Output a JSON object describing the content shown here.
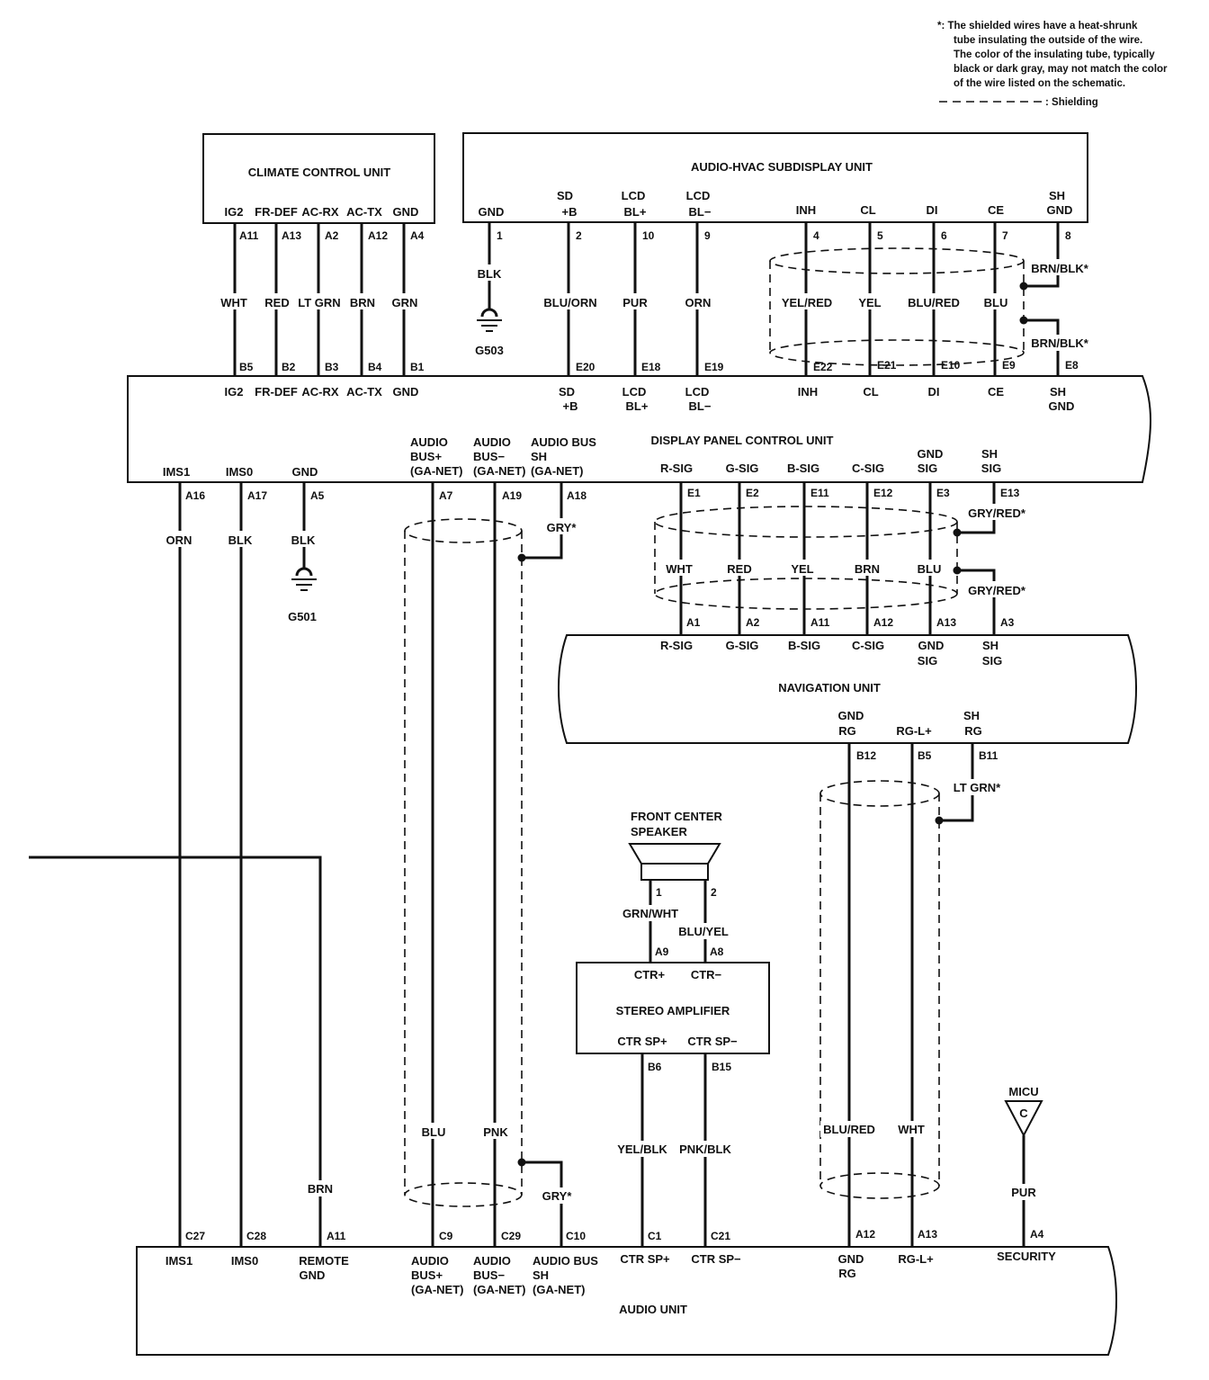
{
  "notes": {
    "shielded_1": "*: The shielded wires have a heat-shrunk",
    "shielded_2": "tube insulating the outside of the wire.",
    "shielded_3": "The color of the insulating tube, typically",
    "shielded_4": "black or dark gray, may not match the color",
    "shielded_5": "of the wire listed on the schematic.",
    "shielding_legend": ": Shielding"
  },
  "units": {
    "climate": "CLIMATE CONTROL UNIT",
    "subdisplay": "AUDIO-HVAC SUBDISPLAY UNIT",
    "display_panel": "DISPLAY PANEL CONTROL UNIT",
    "navigation": "NAVIGATION UNIT",
    "speaker_1": "FRONT CENTER",
    "speaker_2": "SPEAKER",
    "amplifier": "STEREO AMPLIFIER",
    "audio": "AUDIO UNIT",
    "micu": "MICU",
    "micu_letter": "C"
  },
  "climate": {
    "pins": [
      "IG2",
      "FR-DEF",
      "AC-RX",
      "AC-TX",
      "GND"
    ],
    "terminals": [
      "A11",
      "A13",
      "A2",
      "A12",
      "A4"
    ],
    "wires": [
      "WHT",
      "RED",
      "LT GRN",
      "BRN",
      "GRN"
    ],
    "dp_terminals": [
      "B5",
      "B2",
      "B3",
      "B4",
      "B1"
    ]
  },
  "subdisplay": {
    "pins": [
      {
        "l1": "",
        "l2": "GND"
      },
      {
        "l1": "SD",
        "l2": "+B"
      },
      {
        "l1": "LCD",
        "l2": "BL+"
      },
      {
        "l1": "LCD",
        "l2": "BL−"
      },
      {
        "l1": "",
        "l2": "INH"
      },
      {
        "l1": "",
        "l2": "CL"
      },
      {
        "l1": "",
        "l2": "DI"
      },
      {
        "l1": "",
        "l2": "CE"
      },
      {
        "l1": "SH",
        "l2": "GND"
      }
    ],
    "terminals": [
      "1",
      "2",
      "10",
      "9",
      "4",
      "5",
      "6",
      "7",
      "8"
    ],
    "wires": [
      "BLK",
      "BLU/ORN",
      "PUR",
      "ORN",
      "YEL/RED",
      "YEL",
      "BLU/RED",
      "BLU",
      "BRN/BLK*",
      "BRN/BLK*"
    ],
    "ground": "G503",
    "dp_terminals": [
      "E20",
      "E18",
      "E19",
      "E22",
      "E21",
      "E10",
      "E9",
      "E8"
    ]
  },
  "display_panel": {
    "top_pins": [
      {
        "l1": "IG2",
        "l2": ""
      },
      {
        "l1": "FR-DEF",
        "l2": ""
      },
      {
        "l1": "AC-RX",
        "l2": ""
      },
      {
        "l1": "AC-TX",
        "l2": ""
      },
      {
        "l1": "GND",
        "l2": ""
      },
      {
        "l1": "SD",
        "l2": "+B"
      },
      {
        "l1": "LCD",
        "l2": "BL+"
      },
      {
        "l1": "LCD",
        "l2": "BL−"
      },
      {
        "l1": "INH",
        "l2": ""
      },
      {
        "l1": "CL",
        "l2": ""
      },
      {
        "l1": "DI",
        "l2": ""
      },
      {
        "l1": "CE",
        "l2": ""
      },
      {
        "l1": "SH",
        "l2": "GND"
      }
    ],
    "bottom_pins": [
      {
        "l1": "IMS1",
        "l2": "",
        "l3": ""
      },
      {
        "l1": "IMS0",
        "l2": "",
        "l3": ""
      },
      {
        "l1": "GND",
        "l2": "",
        "l3": ""
      },
      {
        "l1": "AUDIO",
        "l2": "BUS+",
        "l3": "(GA-NET)"
      },
      {
        "l1": "AUDIO",
        "l2": "BUS−",
        "l3": "(GA-NET)"
      },
      {
        "l1": "AUDIO BUS",
        "l2": "SH",
        "l3": "(GA-NET)"
      },
      {
        "l1": "R-SIG",
        "l2": "",
        "l3": ""
      },
      {
        "l1": "G-SIG",
        "l2": "",
        "l3": ""
      },
      {
        "l1": "B-SIG",
        "l2": "",
        "l3": ""
      },
      {
        "l1": "C-SIG",
        "l2": "",
        "l3": ""
      },
      {
        "l1": "GND",
        "l2": "SIG",
        "l3": ""
      },
      {
        "l1": "SH",
        "l2": "SIG",
        "l3": ""
      }
    ],
    "bottom_terminals": [
      "A16",
      "A17",
      "A5",
      "A7",
      "A19",
      "A18",
      "E1",
      "E2",
      "E11",
      "E12",
      "E3",
      "E13"
    ]
  },
  "lower_wires": {
    "left": [
      "ORN",
      "BLK",
      "BLK"
    ],
    "ground": "G501",
    "audio_bus": [
      "BLU",
      "PNK",
      "GRY*",
      "GRY*"
    ],
    "nav": [
      "WHT",
      "RED",
      "YEL",
      "BRN",
      "BLU",
      "GRY/RED*",
      "GRY/RED*"
    ]
  },
  "navigation": {
    "top_pins": [
      {
        "l1": "R-SIG",
        "l2": ""
      },
      {
        "l1": "G-SIG",
        "l2": ""
      },
      {
        "l1": "B-SIG",
        "l2": ""
      },
      {
        "l1": "C-SIG",
        "l2": ""
      },
      {
        "l1": "GND",
        "l2": "SIG"
      },
      {
        "l1": "SH",
        "l2": "SIG"
      }
    ],
    "top_terminals": [
      "A1",
      "A2",
      "A11",
      "A12",
      "A13",
      "A3"
    ],
    "bottom_pins": [
      {
        "l1": "GND",
        "l2": "RG"
      },
      {
        "l1": "",
        "l2": "RG-L+"
      },
      {
        "l1": "SH",
        "l2": "RG"
      }
    ],
    "bottom_terminals": [
      "B12",
      "B5",
      "B11"
    ],
    "rg_wires": [
      "BLU/RED",
      "WHT",
      "LT GRN*"
    ]
  },
  "speaker": {
    "pins": [
      "1",
      "2"
    ],
    "wires": [
      "GRN/WHT",
      "BLU/YEL"
    ]
  },
  "amplifier": {
    "top_terminals": [
      "A9",
      "A8"
    ],
    "top_pins": [
      "CTR+",
      "CTR−"
    ],
    "bottom_pins": [
      "CTR SP+",
      "CTR SP−"
    ],
    "bottom_terminals": [
      "B6",
      "B15"
    ],
    "wires": [
      "YEL/BLK",
      "PNK/BLK"
    ]
  },
  "micu": {
    "wire": "PUR"
  },
  "remote": {
    "wire": "BRN"
  },
  "audio_unit": {
    "terminals": [
      "C27",
      "C28",
      "A11",
      "C9",
      "C29",
      "C10",
      "C1",
      "C21",
      "A12",
      "A13",
      "A4"
    ],
    "pins": [
      {
        "l1": "IMS1",
        "l2": "",
        "l3": ""
      },
      {
        "l1": "IMS0",
        "l2": "",
        "l3": ""
      },
      {
        "l1": "REMOTE",
        "l2": "GND",
        "l3": ""
      },
      {
        "l1": "AUDIO",
        "l2": "BUS+",
        "l3": "(GA-NET)"
      },
      {
        "l1": "AUDIO",
        "l2": "BUS−",
        "l3": "(GA-NET)"
      },
      {
        "l1": "AUDIO BUS",
        "l2": "SH",
        "l3": "(GA-NET)"
      },
      {
        "l1": "CTR SP+",
        "l2": "",
        "l3": ""
      },
      {
        "l1": "CTR SP−",
        "l2": "",
        "l3": ""
      },
      {
        "l1": "GND",
        "l2": "RG",
        "l3": ""
      },
      {
        "l1": "RG-L+",
        "l2": "",
        "l3": ""
      },
      {
        "l1": "SECURITY",
        "l2": "",
        "l3": ""
      }
    ]
  }
}
